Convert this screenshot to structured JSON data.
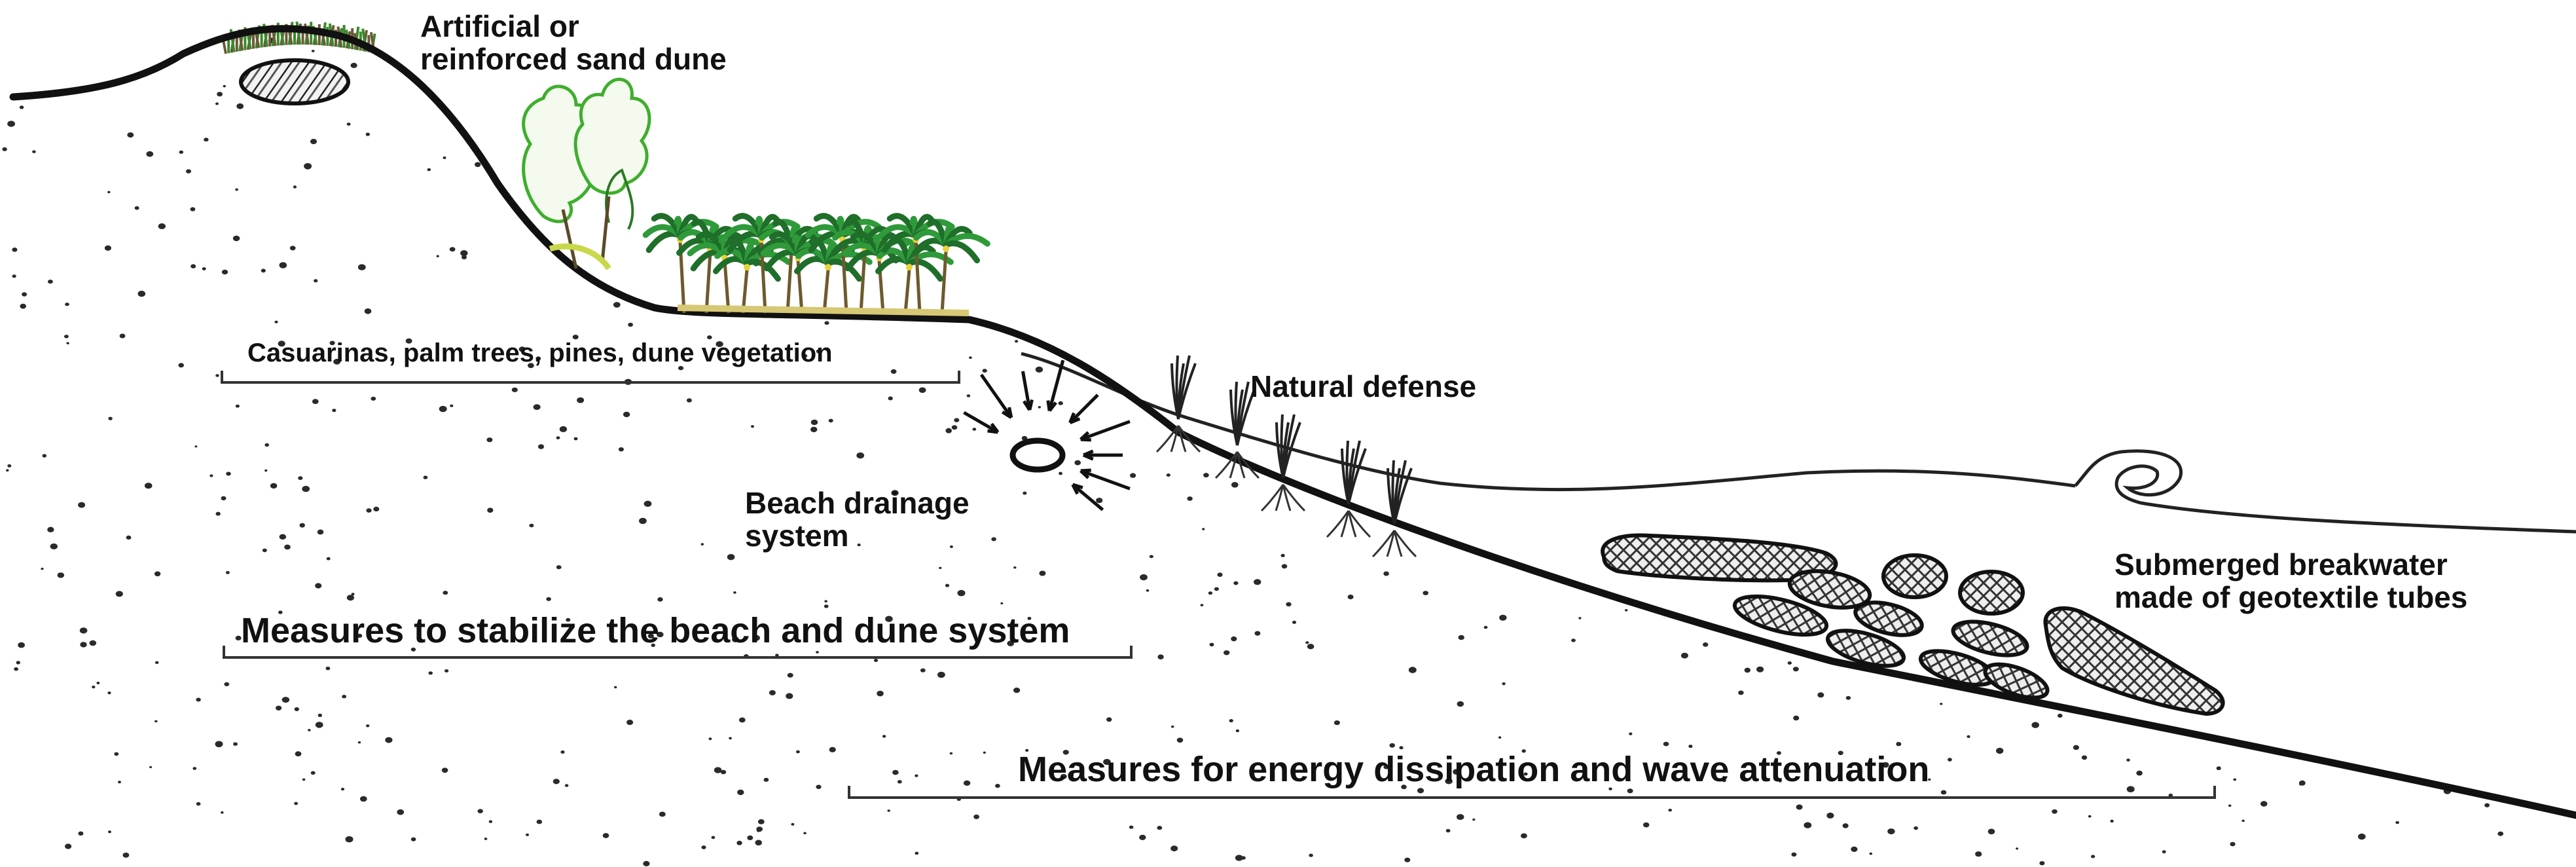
{
  "labels": {
    "dune_line1": "Artificial or",
    "dune_line2": "reinforced sand dune",
    "vegetation": "Casuarinas, palm trees, pines, dune vegetation",
    "natural_defense": "Natural defense",
    "drainage_line1": "Beach drainage",
    "drainage_line2": "system",
    "breakwater_line1": "Submerged breakwater",
    "breakwater_line2": "made of geotextile tubes",
    "measures_stabilize": "Measures to stabilize the beach and dune system",
    "measures_energy": "Measures for energy dissipation and wave attenuation"
  },
  "colors": {
    "ground_line": "#111111",
    "vegetation_green": "#2f9a3a",
    "vegetation_dark": "#1f6e2a",
    "tube_hatch": "#333333",
    "stipple": "#222222",
    "text": "#111111"
  },
  "icons": {
    "dune_core": "hatched-oval-icon",
    "drain": "drain-pipe-icon",
    "wave": "wave-crest-icon"
  }
}
